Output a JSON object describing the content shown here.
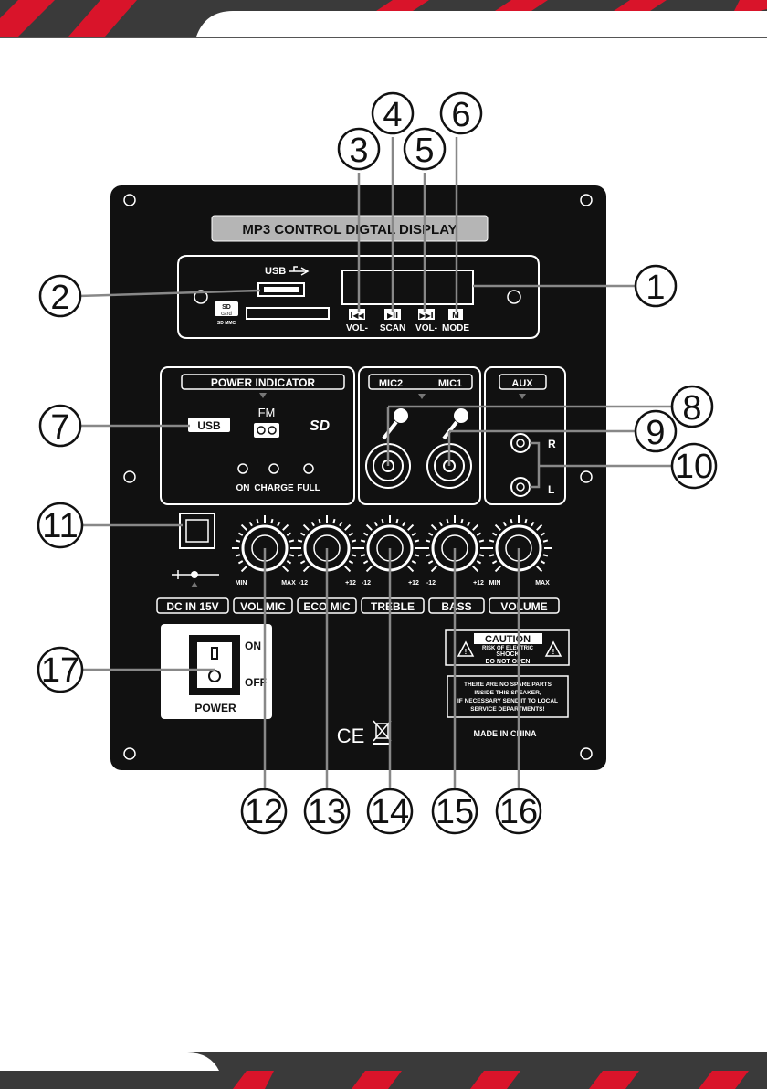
{
  "panel": {
    "display_title": "MP3 CONTROL DIGTAL DISPLAY",
    "usb_label": "USB",
    "sd_card_label_1": "SD",
    "sd_card_label_2": "card",
    "sd_card_label_3": "SD MMC",
    "buttons": [
      {
        "glyph": "I◀◀",
        "label": "VOL-"
      },
      {
        "glyph": "▶II",
        "label": "SCAN"
      },
      {
        "glyph": "▶▶I",
        "label": "VOL-"
      },
      {
        "glyph": "M",
        "label": "MODE"
      }
    ],
    "power_indicator_title": "POWER INDICATOR",
    "indicator_usb": "USB",
    "indicator_fm": "FM",
    "indicator_sd": "SD",
    "leds": [
      "ON",
      "CHARGE",
      "FULL"
    ],
    "mic2_label": "MIC2",
    "mic1_label": "MIC1",
    "aux_label": "AUX",
    "aux_r": "R",
    "aux_l": "L",
    "knobs": [
      {
        "min": "MIN",
        "max": "MAX"
      },
      {
        "min": "-12",
        "max": "+12"
      },
      {
        "min": "-12",
        "max": "+12"
      },
      {
        "min": "-12",
        "max": "+12"
      },
      {
        "min": "MIN",
        "max": "MAX"
      }
    ],
    "bottom_labels": [
      "DC IN 15V",
      "VOL MIC",
      "ECO MIC",
      "TREBLE",
      "BASS",
      "VOLUME"
    ],
    "switch_on": "ON",
    "switch_off": "OFF",
    "power_label": "POWER",
    "caution_title": "CAUTION",
    "caution_line1": "RISK OF ELECTRIC",
    "caution_line2": "SHOCK",
    "caution_line3": "DO NOT OPEN",
    "notice_lines": [
      "THERE ARE NO SPARE PARTS",
      "INSIDE THIS SPEAKER,",
      "IF NECESSARY SEND IT TO LOCAL",
      "SERVICE DEPARTMENTS!"
    ],
    "made_in": "MADE IN CHINA",
    "ce_mark": "CE"
  },
  "callouts": [
    "1",
    "2",
    "3",
    "4",
    "5",
    "6",
    "7",
    "8",
    "9",
    "10",
    "11",
    "12",
    "13",
    "14",
    "15",
    "16",
    "17"
  ],
  "colors": {
    "panel": "#111111",
    "accent_red": "#d9142a",
    "dark_bar": "#3a3a3a"
  }
}
